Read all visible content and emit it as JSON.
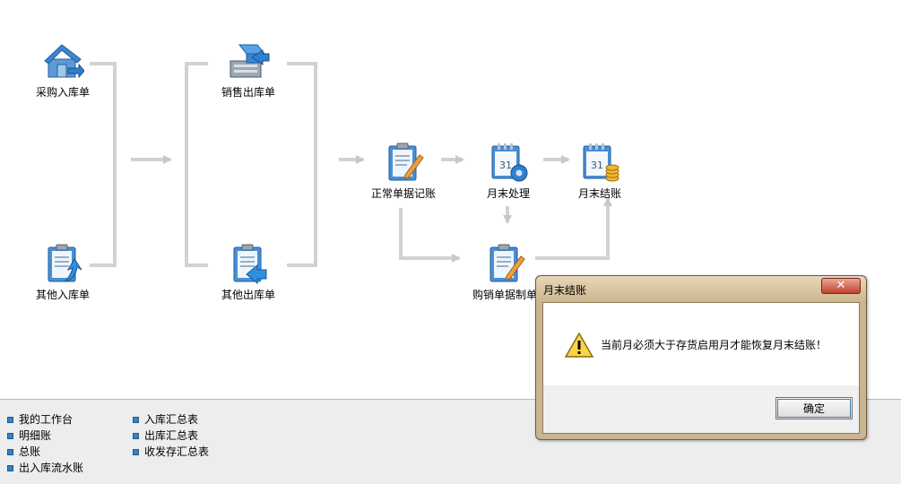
{
  "flow": {
    "nodes": {
      "purchase_in": "采购入库单",
      "other_in": "其他入库单",
      "sales_out": "销售出库单",
      "other_out": "其他出库单",
      "normal_posting": "正常单据记账",
      "month_end_process": "月末处理",
      "month_end_close": "月末结账",
      "purchase_sales_voucher": "购销单据制单"
    }
  },
  "links": {
    "col1": [
      "我的工作台",
      "明细账",
      "总账",
      "出入库流水账"
    ],
    "col2": [
      "入库汇总表",
      "出库汇总表",
      "收发存汇总表"
    ]
  },
  "dialog": {
    "title": "月末结账",
    "close_label": "✕",
    "message": "当前月必须大于存货启用月才能恢复月末结账！",
    "ok_label": "确定"
  },
  "colors": {
    "connector": "#d2d2d2",
    "dialog_frame": "#c9b58f",
    "close_button": "#c0432f"
  }
}
